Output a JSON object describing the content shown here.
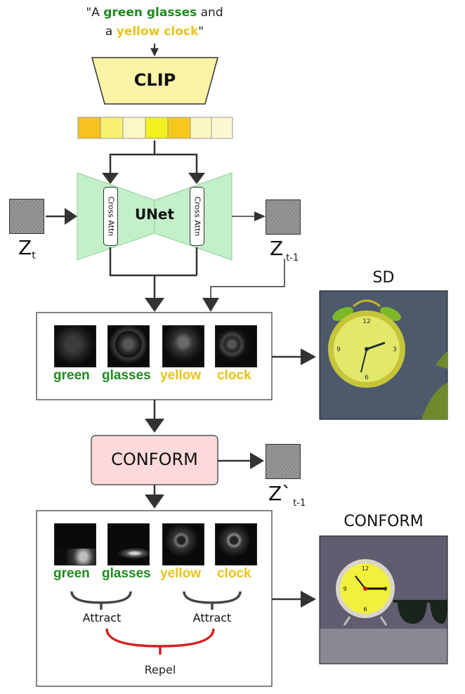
{
  "prompt": {
    "line1_prefix": "\"A ",
    "line1_green": "green glasses",
    "line1_suffix": " and",
    "line2_prefix": "a ",
    "line2_yellow": "yellow clock",
    "line2_suffix": "\""
  },
  "clip_label": "CLIP",
  "unet_label": "UNet",
  "cross_attn_label": "Cross Attn",
  "zt": {
    "main": "Z",
    "sub": "t"
  },
  "zt1": {
    "main": "Z",
    "sub": "t-1"
  },
  "zprime": {
    "main": "Z`",
    "sub": "t-1"
  },
  "words": [
    "green",
    "glasses",
    "yellow",
    "clock"
  ],
  "conform_label": "CONFORM",
  "sd_title": "SD",
  "conform_title": "CONFORM",
  "attract_label": "Attract",
  "repel_label": "Repel",
  "colors": {
    "green_word": "#1e8a1e",
    "yellow_word": "#e8c31a",
    "clip_fill": "#fbf3a6",
    "unet_fill": "#c3f0c8",
    "conform_fill": "#fcdada",
    "repel_line": "#d61f1f"
  }
}
